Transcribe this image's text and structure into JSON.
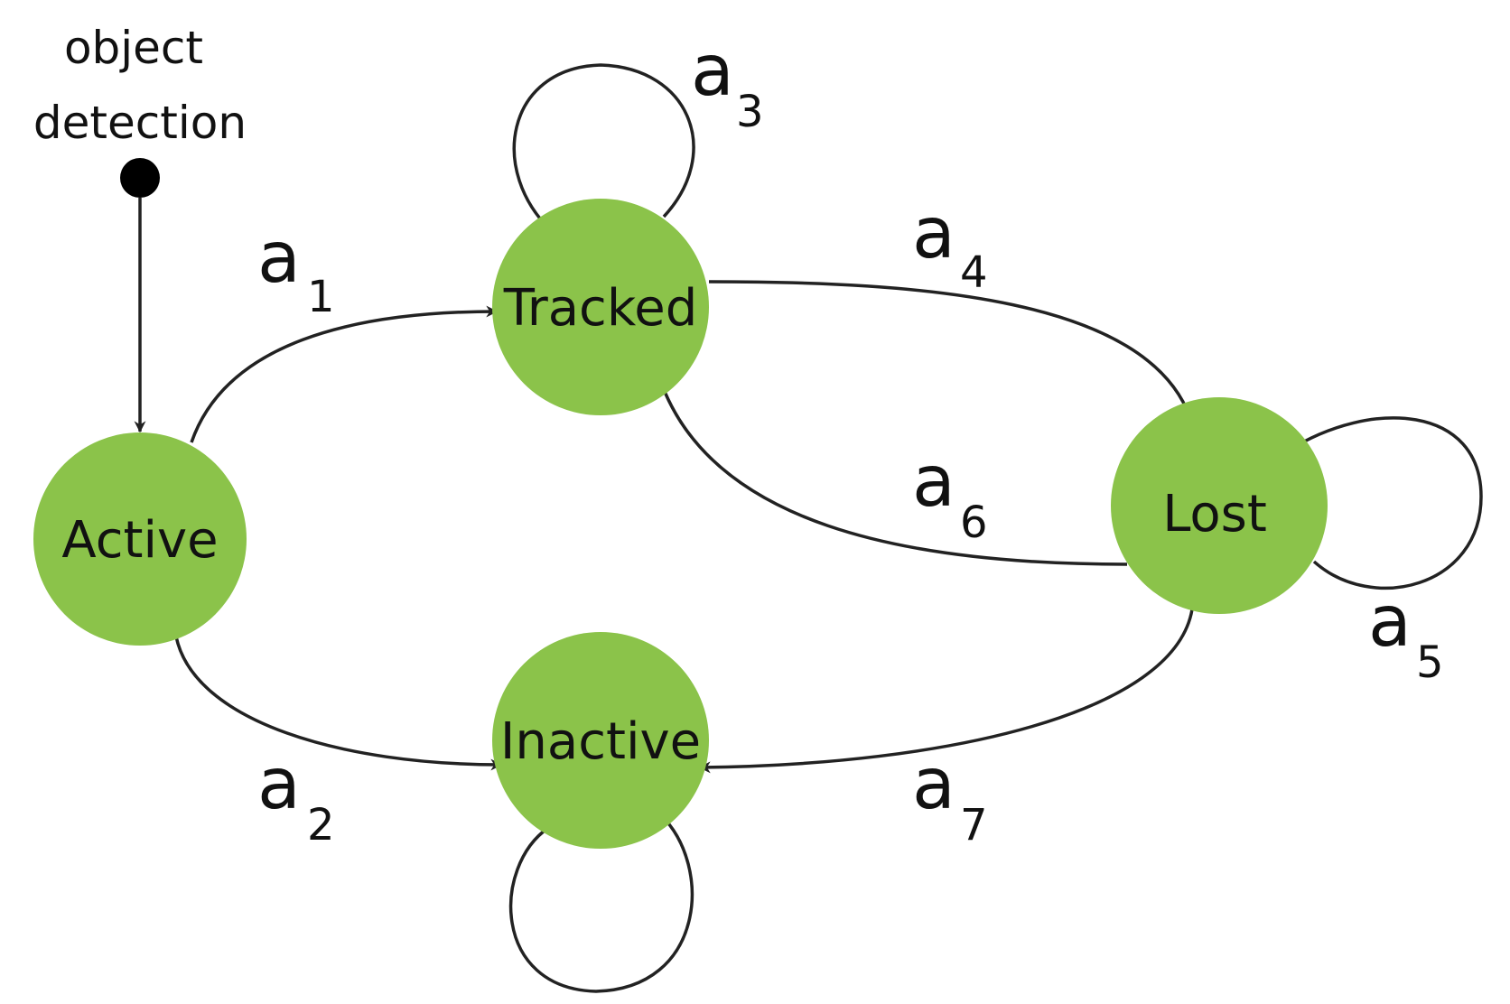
{
  "start": {
    "label_line1": "object",
    "label_line2": "detection"
  },
  "states": {
    "active": "Active",
    "tracked": "Tracked",
    "lost": "Lost",
    "inactive": "Inactive"
  },
  "transitions": {
    "a1": {
      "base": "a",
      "sub": "1"
    },
    "a2": {
      "base": "a",
      "sub": "2"
    },
    "a3": {
      "base": "a",
      "sub": "3"
    },
    "a4": {
      "base": "a",
      "sub": "4"
    },
    "a5": {
      "base": "a",
      "sub": "5"
    },
    "a6": {
      "base": "a",
      "sub": "6"
    },
    "a7": {
      "base": "a",
      "sub": "7"
    }
  },
  "colors": {
    "state_fill": "#8bc34a",
    "edge": "#222222",
    "background": "#ffffff"
  }
}
